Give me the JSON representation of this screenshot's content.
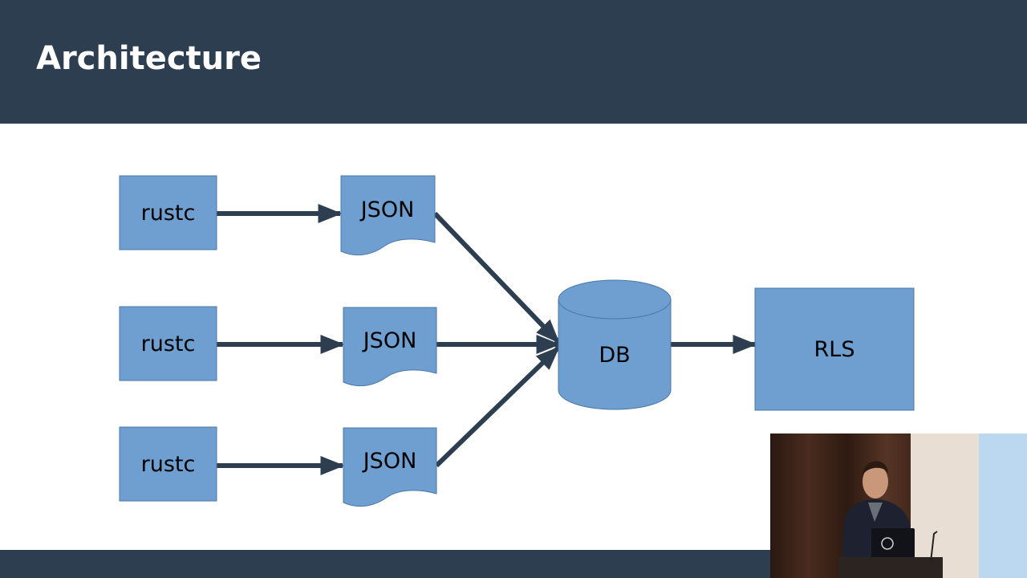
{
  "slide": {
    "title": "Architecture"
  },
  "diagram": {
    "nodes": {
      "rustc_1": "rustc",
      "rustc_2": "rustc",
      "rustc_3": "rustc",
      "json_1": "JSON",
      "json_2": "JSON",
      "json_3": "JSON",
      "db": "DB",
      "rls": "RLS"
    },
    "edges": [
      [
        "rustc_1",
        "json_1"
      ],
      [
        "rustc_2",
        "json_2"
      ],
      [
        "rustc_3",
        "json_3"
      ],
      [
        "json_1",
        "db"
      ],
      [
        "json_2",
        "db"
      ],
      [
        "json_3",
        "db"
      ],
      [
        "db",
        "rls"
      ]
    ],
    "colors": {
      "node_fill": "#6f9fd0",
      "node_stroke": "#4a78a8",
      "arrow": "#2c3e50",
      "header": "#2c3e50"
    }
  },
  "webcam": {
    "subject": "presenter-video-inset"
  }
}
